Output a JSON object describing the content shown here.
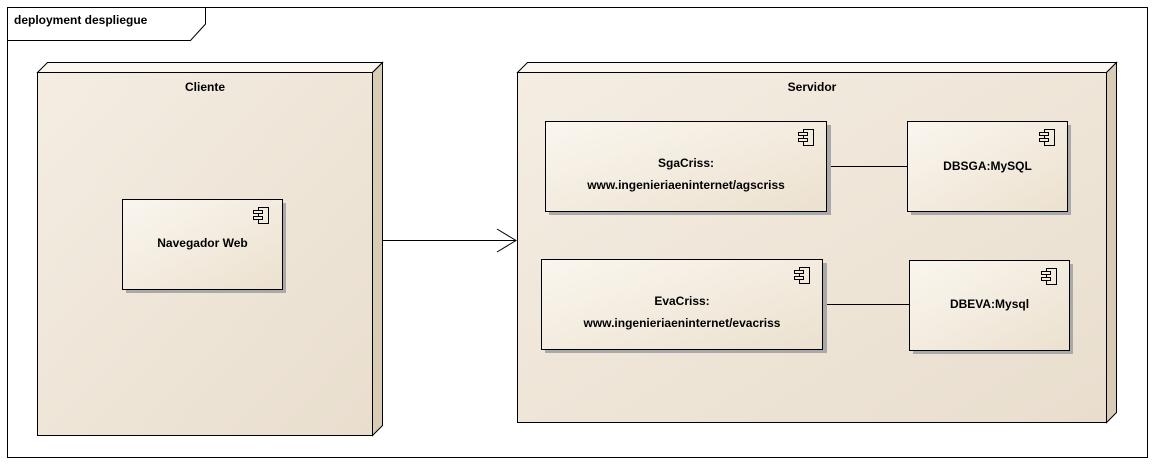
{
  "diagram": {
    "frame_title": "deployment despliegue",
    "nodes": {
      "cliente": {
        "title": "Cliente"
      },
      "servidor": {
        "title": "Servidor"
      }
    },
    "components": {
      "navegador": {
        "lines": [
          "Navegador Web"
        ]
      },
      "sgacriss": {
        "lines": [
          "SgaCriss:",
          "www.ingenieriaeninternet/agscriss"
        ]
      },
      "dbsga": {
        "lines": [
          "DBSGA:MySQL"
        ]
      },
      "evacriss": {
        "lines": [
          "EvaCriss:",
          "www.ingenieriaeninternet/evacriss"
        ]
      },
      "dbeva": {
        "lines": [
          "DBEVA:Mysql"
        ]
      }
    },
    "connectors": [
      {
        "from": "cliente",
        "to": "servidor",
        "type": "dependency-arrow"
      },
      {
        "from": "sgacriss",
        "to": "dbsga",
        "type": "association"
      },
      {
        "from": "evacriss",
        "to": "dbeva",
        "type": "association"
      }
    ],
    "colors": {
      "node_fill": "#f1e8da",
      "node_side": "#d8cbb6",
      "node_top": "#fbf7f0",
      "component_fill": "#f4ecdf",
      "component_shadow": "#a9a9a9",
      "line": "#000000"
    }
  }
}
